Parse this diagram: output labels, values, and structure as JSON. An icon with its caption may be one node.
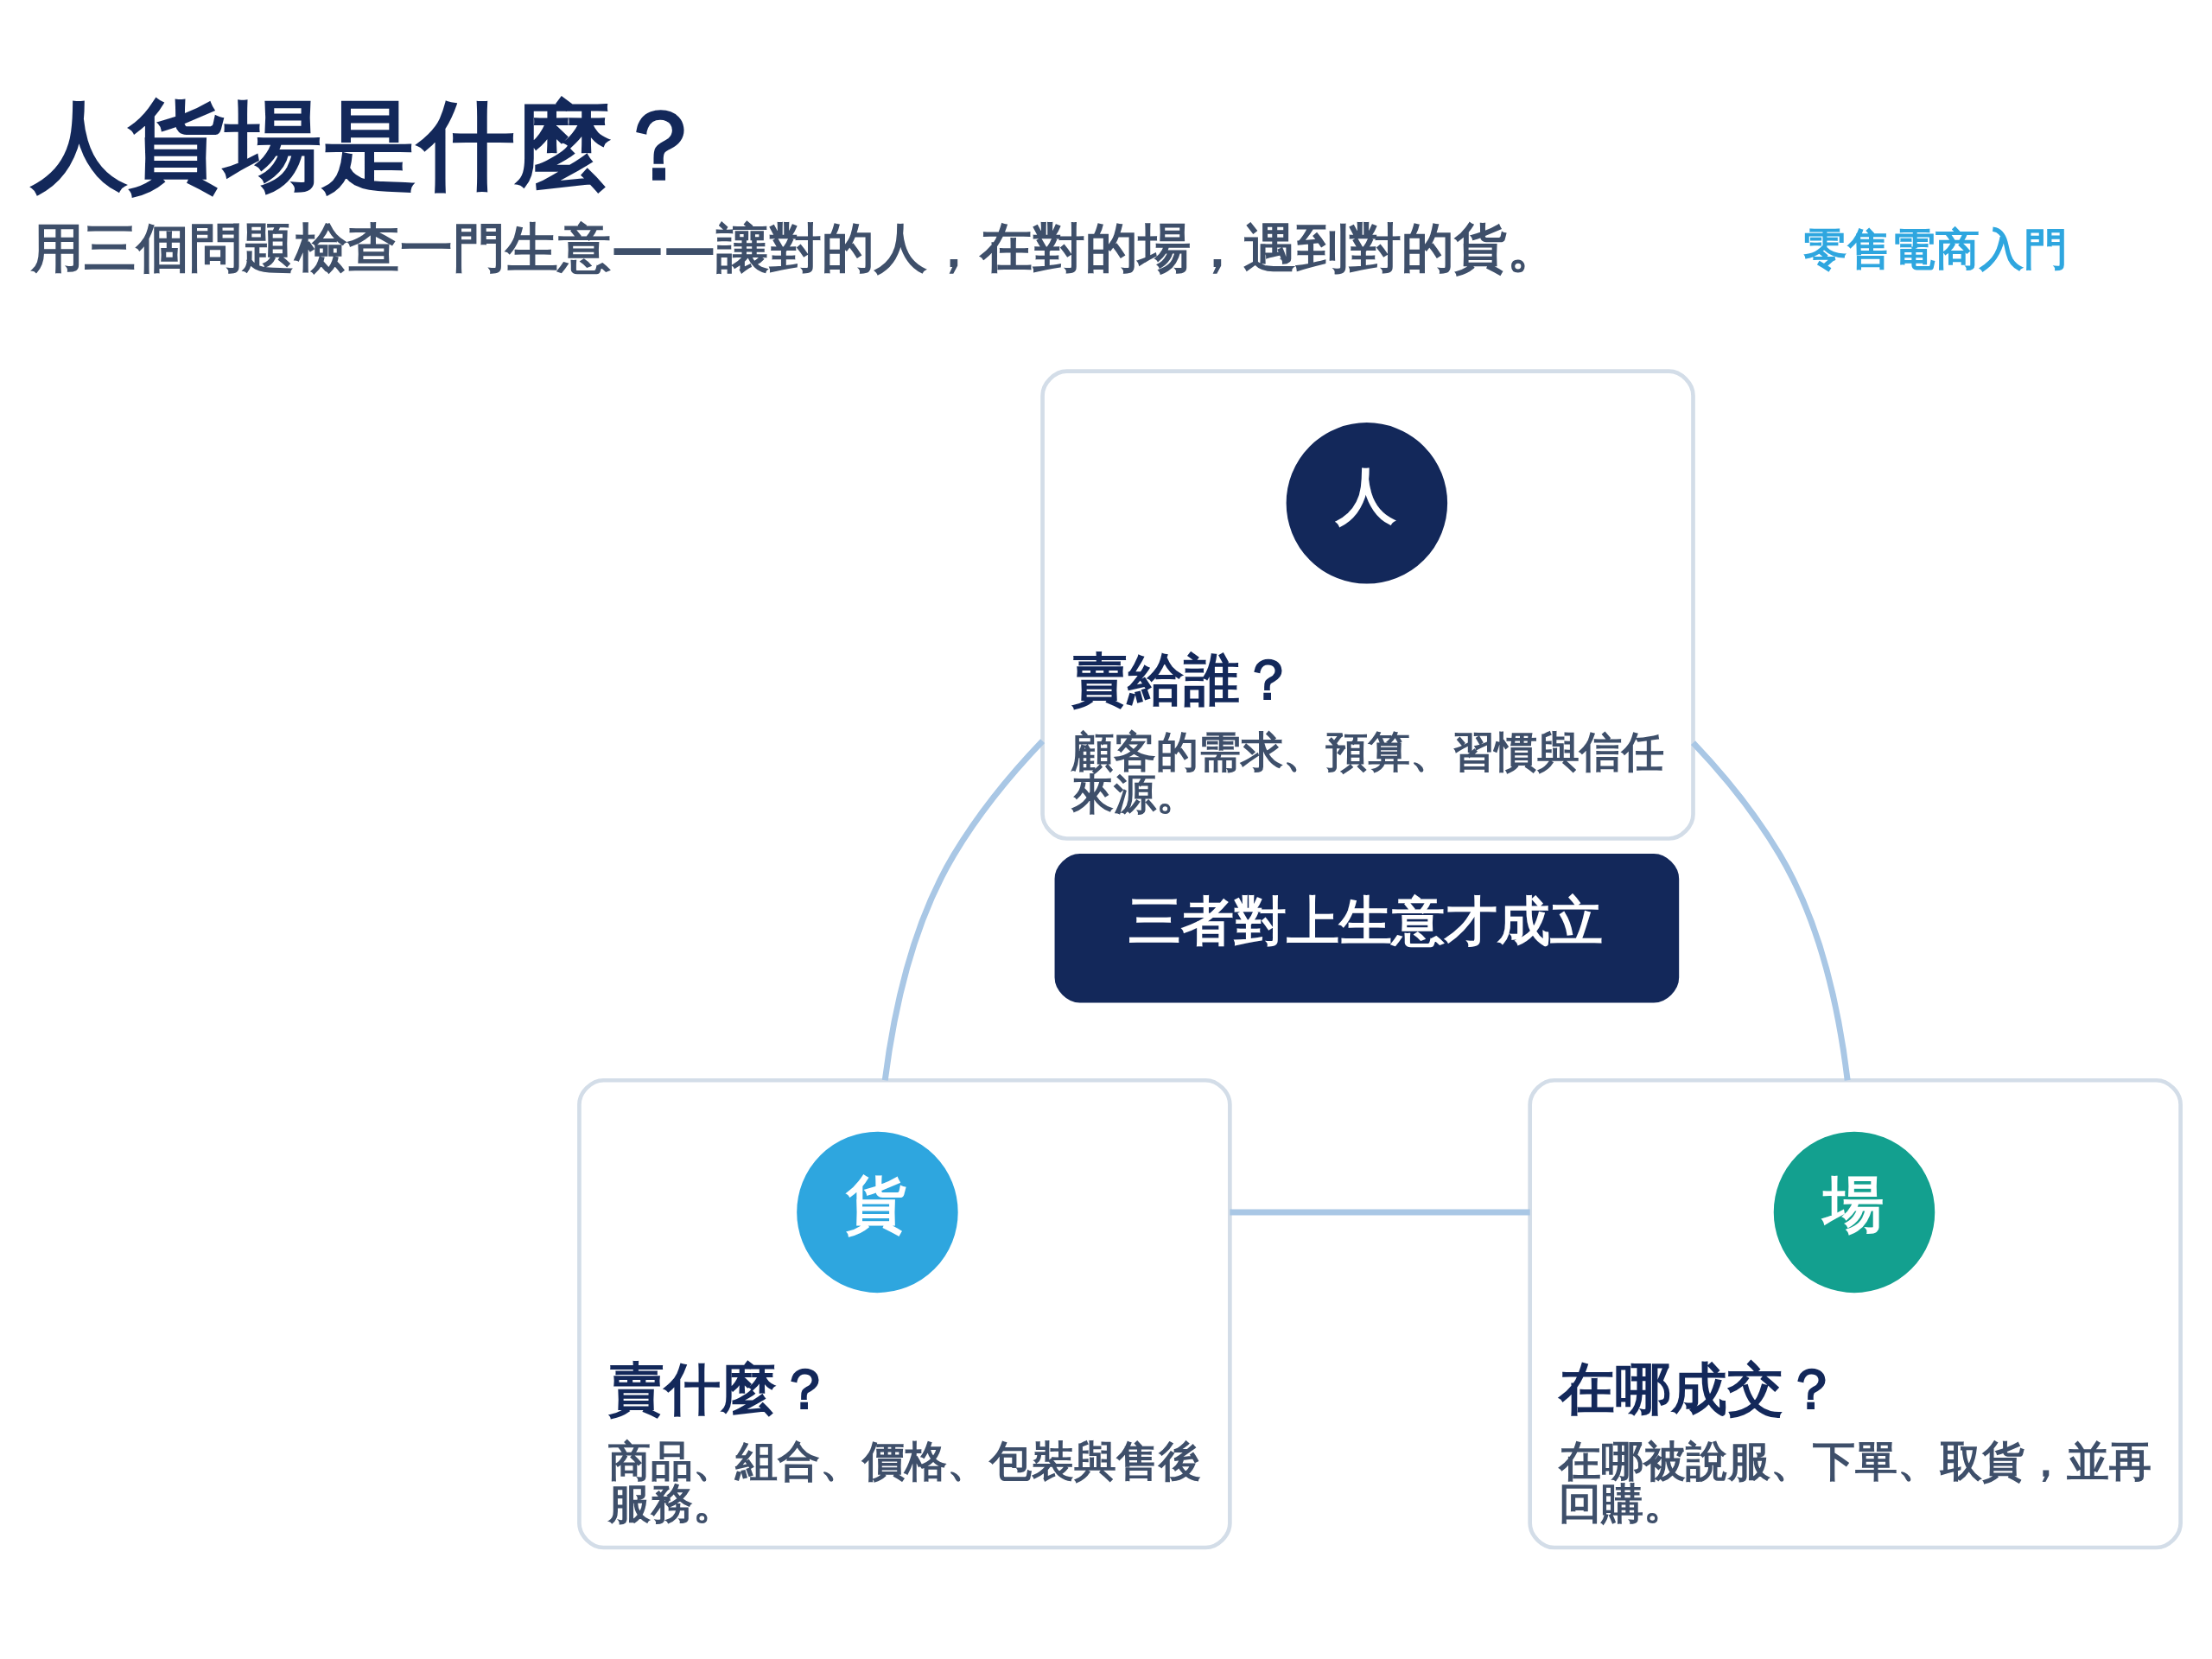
{
  "diagram": {
    "title": "人貨場是什麼？",
    "nodes": [
      {
        "text": [
          "賣給誰？",
          "顧客的需求、預算、習慣與信任來源。"
        ]
      },
      {
        "text": [
          "人"
        ],
        "in": 0
      },
      {
        "text": [
          "三者對上生意才成立"
        ]
      },
      {
        "text": [
          "賣什麼？",
          "商品、組合、價格、包裝與售後服務。"
        ]
      },
      {
        "text": [
          "貨"
        ],
        "in": 3
      },
      {
        "text": [
          "在哪成交？",
          "在哪被說服、下單、取貨，並再回購。"
        ]
      },
      {
        "text": [
          "場"
        ],
        "in": 5
      }
    ],
    "edges": [
      {
        "from": 0,
        "to": 3,
        "arrow": "none"
      },
      {
        "from": 0,
        "to": 5,
        "arrow": "none"
      },
      {
        "from": 3,
        "to": 5,
        "arrow": "none"
      }
    ],
    "labels": [
      "零售電商入門",
      "用三個問題檢查一門生意——讓對的人，在對的場，遇到對的貨。"
    ]
  }
}
